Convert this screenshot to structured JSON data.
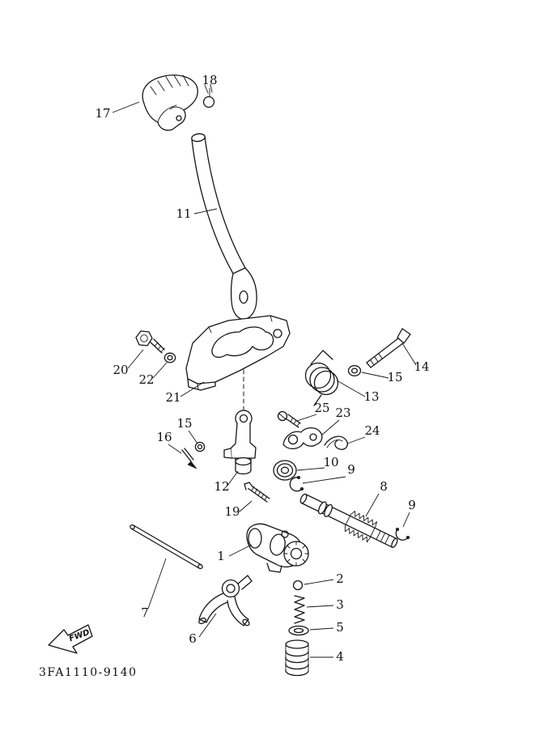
{
  "diagram": {
    "part_code": "3FA1110-9140",
    "fwd_label": "FWD",
    "labels": [
      {
        "ref": "18"
      },
      {
        "ref": "17"
      },
      {
        "ref": "11"
      },
      {
        "ref": "20"
      },
      {
        "ref": "22"
      },
      {
        "ref": "21"
      },
      {
        "ref": "14"
      },
      {
        "ref": "15"
      },
      {
        "ref": "13"
      },
      {
        "ref": "25"
      },
      {
        "ref": "23"
      },
      {
        "ref": "15"
      },
      {
        "ref": "16"
      },
      {
        "ref": "24"
      },
      {
        "ref": "10"
      },
      {
        "ref": "9"
      },
      {
        "ref": "12"
      },
      {
        "ref": "8"
      },
      {
        "ref": "19"
      },
      {
        "ref": "9"
      },
      {
        "ref": "1"
      },
      {
        "ref": "2"
      },
      {
        "ref": "7"
      },
      {
        "ref": "3"
      },
      {
        "ref": "6"
      },
      {
        "ref": "5"
      },
      {
        "ref": "4"
      }
    ]
  }
}
